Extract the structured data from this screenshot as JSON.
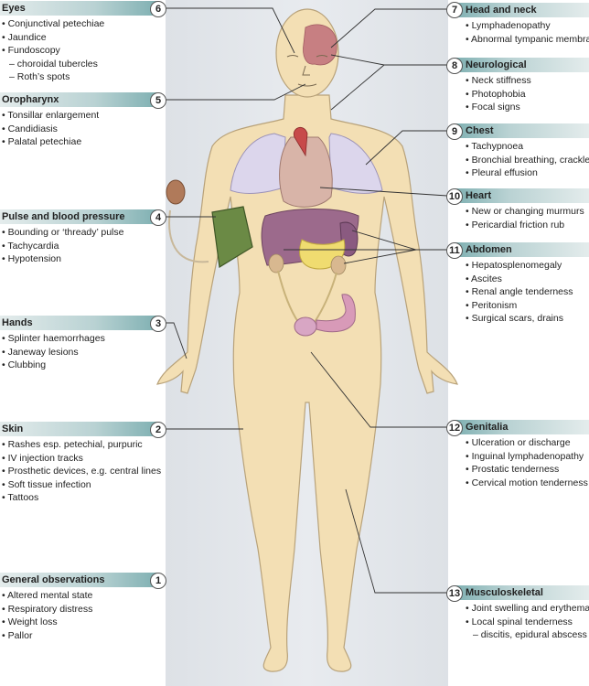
{
  "colors": {
    "header_teal": "#7fb0b2",
    "skin": "#f3dfb4",
    "lungs": "#dcd6ec",
    "liver": "#9c6a8c",
    "stomach": "#f0dc70",
    "cuff": "#6b8a45",
    "brain": "#c77f82"
  },
  "left_boxes": [
    {
      "number": "6",
      "title": "Eyes",
      "items": [
        {
          "text": "• Conjunctival petechiae"
        },
        {
          "text": "• Jaundice"
        },
        {
          "text": "• Fundoscopy"
        },
        {
          "text": "– choroidal tubercles",
          "sub": true
        },
        {
          "text": "– Roth’s spots",
          "sub": true
        }
      ]
    },
    {
      "number": "5",
      "title": "Oropharynx",
      "items": [
        {
          "text": "• Tonsillar enlargement"
        },
        {
          "text": "• Candidiasis"
        },
        {
          "text": "• Palatal petechiae"
        }
      ]
    },
    {
      "number": "4",
      "title": "Pulse and blood pressure",
      "items": [
        {
          "text": "• Bounding or ‘thready’ pulse"
        },
        {
          "text": "• Tachycardia"
        },
        {
          "text": "• Hypotension"
        }
      ]
    },
    {
      "number": "3",
      "title": "Hands",
      "items": [
        {
          "text": "• Splinter haemorrhages"
        },
        {
          "text": "• Janeway lesions"
        },
        {
          "text": "• Clubbing"
        }
      ]
    },
    {
      "number": "2",
      "title": "Skin",
      "items": [
        {
          "text": "• Rashes esp. petechial, purpuric"
        },
        {
          "text": "• IV injection tracks"
        },
        {
          "text": "• Prosthetic devices, e.g. central lines"
        },
        {
          "text": "• Soft tissue infection"
        },
        {
          "text": "• Tattoos"
        }
      ]
    },
    {
      "number": "1",
      "title": "General observations",
      "items": [
        {
          "text": "• Altered mental state"
        },
        {
          "text": "• Respiratory distress"
        },
        {
          "text": "• Weight loss"
        },
        {
          "text": "• Pallor"
        }
      ]
    }
  ],
  "right_boxes": [
    {
      "number": "7",
      "title": "Head and neck",
      "items": [
        {
          "text": "• Lymphadenopathy"
        },
        {
          "text": "• Abnormal tympanic membrane"
        }
      ]
    },
    {
      "number": "8",
      "title": "Neurological",
      "items": [
        {
          "text": "• Neck stiffness"
        },
        {
          "text": "• Photophobia"
        },
        {
          "text": "• Focal signs"
        }
      ]
    },
    {
      "number": "9",
      "title": "Chest",
      "items": [
        {
          "text": "• Tachypnoea"
        },
        {
          "text": "• Bronchial breathing, crackles"
        },
        {
          "text": "• Pleural effusion"
        }
      ]
    },
    {
      "number": "10",
      "title": "Heart",
      "items": [
        {
          "text": "• New or changing murmurs"
        },
        {
          "text": "• Pericardial friction rub"
        }
      ]
    },
    {
      "number": "11",
      "title": "Abdomen",
      "items": [
        {
          "text": "• Hepatosplenomegaly"
        },
        {
          "text": "• Ascites"
        },
        {
          "text": "• Renal angle tenderness"
        },
        {
          "text": "• Peritonism"
        },
        {
          "text": "• Surgical scars, drains"
        }
      ]
    },
    {
      "number": "12",
      "title": "Genitalia",
      "items": [
        {
          "text": "• Ulceration or discharge"
        },
        {
          "text": "• Inguinal lymphadenopathy"
        },
        {
          "text": "• Prostatic tenderness"
        },
        {
          "text": "• Cervical motion tenderness"
        }
      ]
    },
    {
      "number": "13",
      "title": "Musculoskeletal",
      "items": [
        {
          "text": "• Joint swelling and erythema"
        },
        {
          "text": "• Local spinal tenderness"
        },
        {
          "text": "– discitis, epidural abscess",
          "sub": true
        }
      ]
    }
  ]
}
